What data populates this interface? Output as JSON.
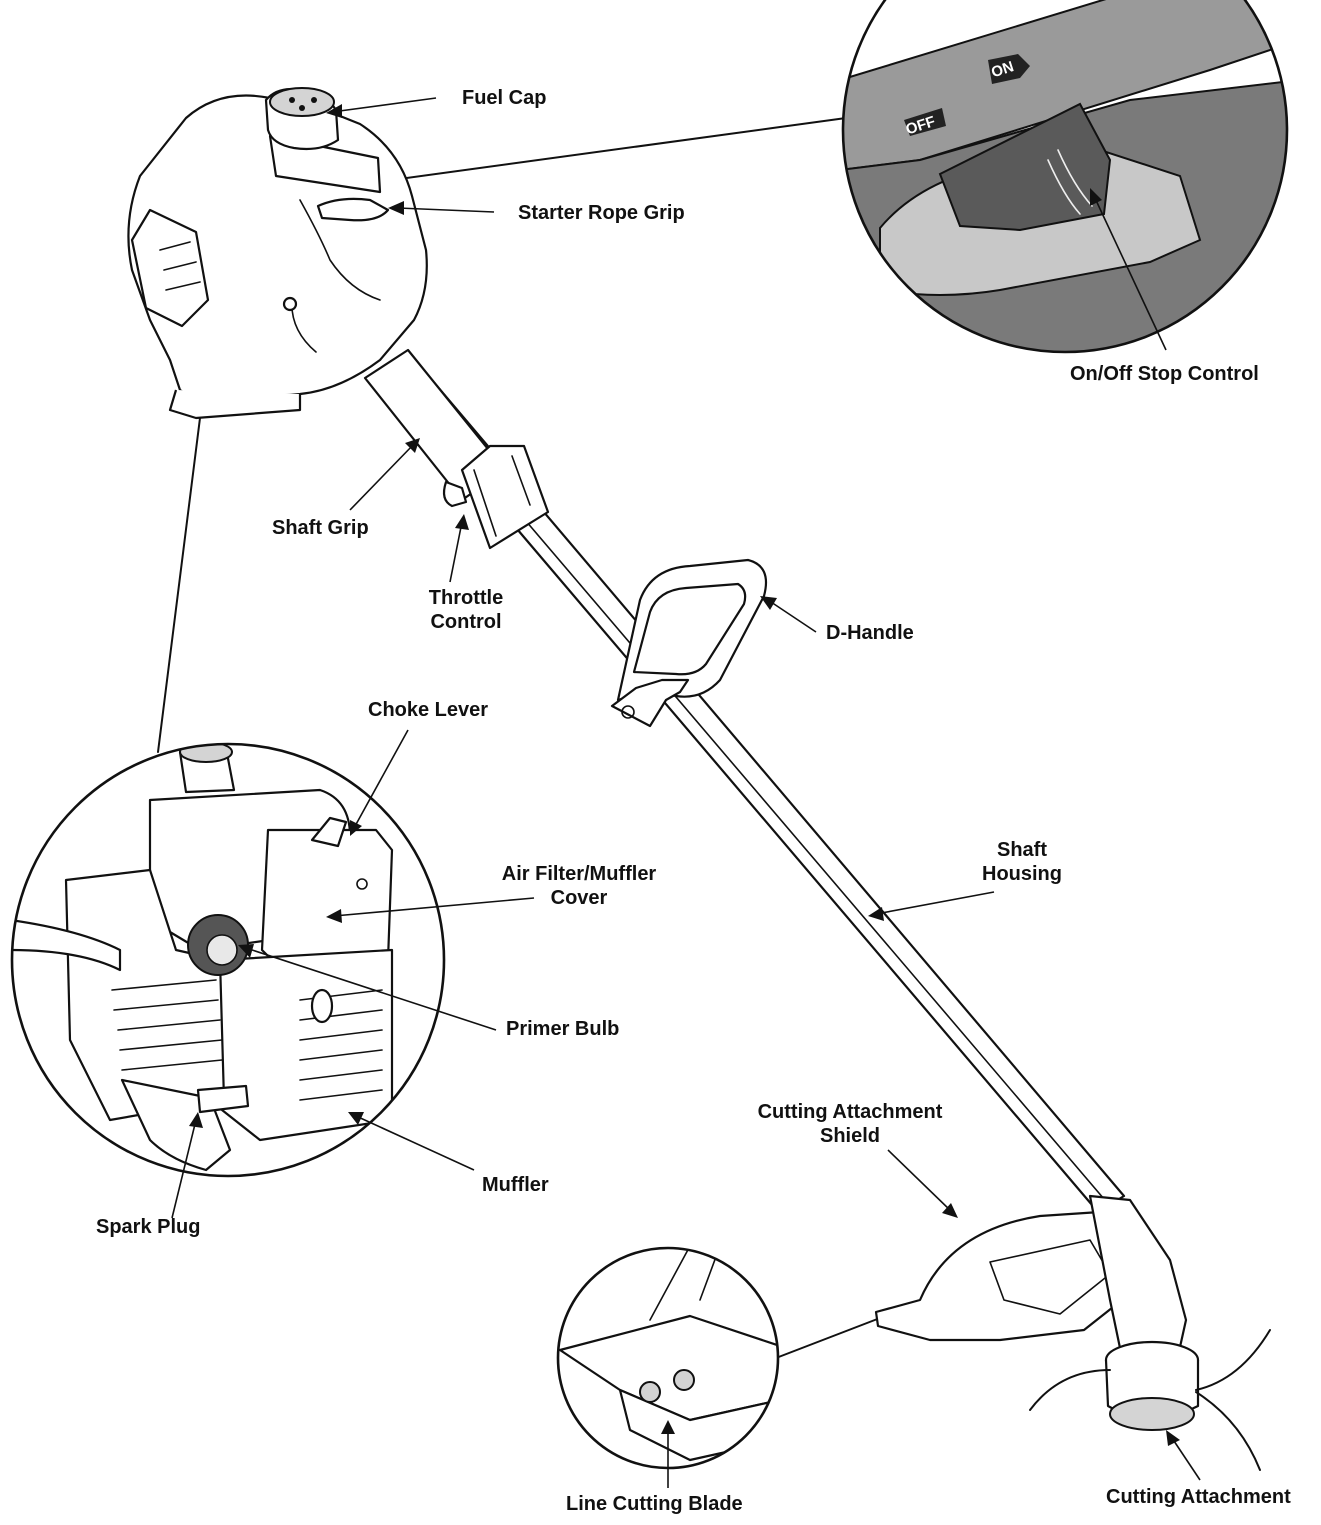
{
  "labels": {
    "fuel_cap": "Fuel Cap",
    "starter_rope_grip": "Starter Rope Grip",
    "on_off_stop_control": "On/Off Stop Control",
    "off_marking": "OFF",
    "on_marking": "ON",
    "shaft_grip": "Shaft Grip",
    "throttle_control_line1": "Throttle",
    "throttle_control_line2": "Control",
    "d_handle": "D-Handle",
    "choke_lever": "Choke Lever",
    "air_filter_line1": "Air Filter/Muffler",
    "air_filter_line2": "Cover",
    "shaft_housing_line1": "Shaft",
    "shaft_housing_line2": "Housing",
    "primer_bulb": "Primer Bulb",
    "muffler": "Muffler",
    "spark_plug": "Spark Plug",
    "cutting_attachment_shield_line1": "Cutting Attachment",
    "cutting_attachment_shield_line2": "Shield",
    "line_cutting_blade": "Line Cutting Blade",
    "cutting_attachment": "Cutting Attachment"
  }
}
